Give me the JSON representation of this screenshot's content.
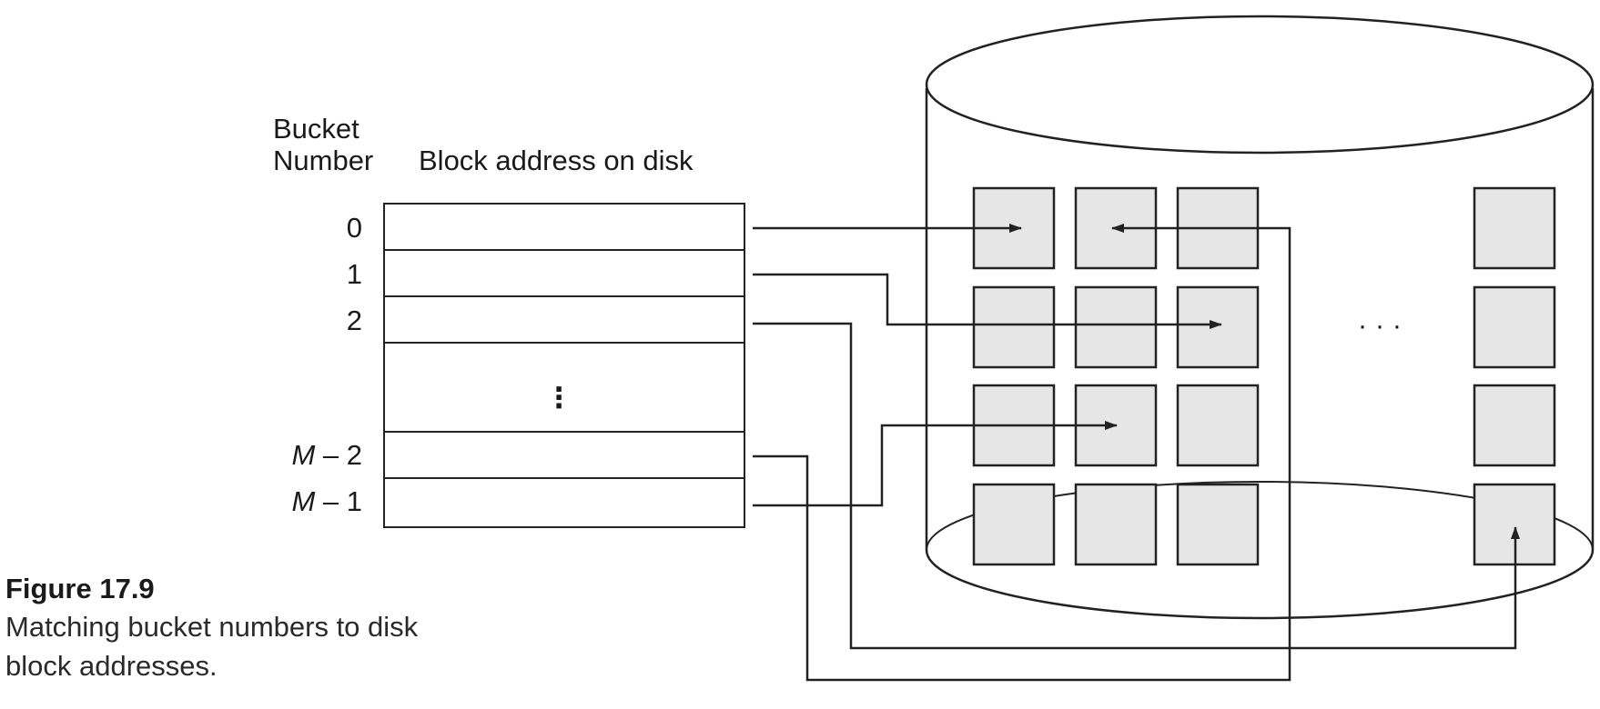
{
  "header": {
    "bucket_line1": "Bucket",
    "bucket_line2": "Number",
    "address": "Block address on disk"
  },
  "buckets": [
    {
      "prefix": "",
      "suffix": "0"
    },
    {
      "prefix": "",
      "suffix": "1"
    },
    {
      "prefix": "",
      "suffix": "2"
    },
    {
      "prefix": "M",
      "suffix": " – 2"
    },
    {
      "prefix": "M",
      "suffix": " – 1"
    }
  ],
  "ellipsis_vertical": "⋮",
  "ellipsis_horizontal": "· · ·",
  "figure": {
    "title": "Figure 17.9",
    "caption_line1": "Matching bucket numbers to disk",
    "caption_line2": "block addresses."
  },
  "colors": {
    "block_fill": "#e6e6e6",
    "stroke": "#222222"
  }
}
